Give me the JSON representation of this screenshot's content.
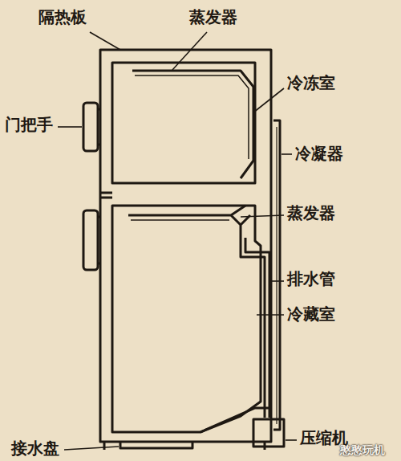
{
  "diagram": {
    "labels": [
      "隔热板",
      "蒸发器",
      "门把手",
      "冷冻室",
      "冷凝器",
      "蒸发器",
      "排水管",
      "冷藏室",
      "压缩机",
      "接水盘",
      "憨憨玩机"
    ]
  }
}
